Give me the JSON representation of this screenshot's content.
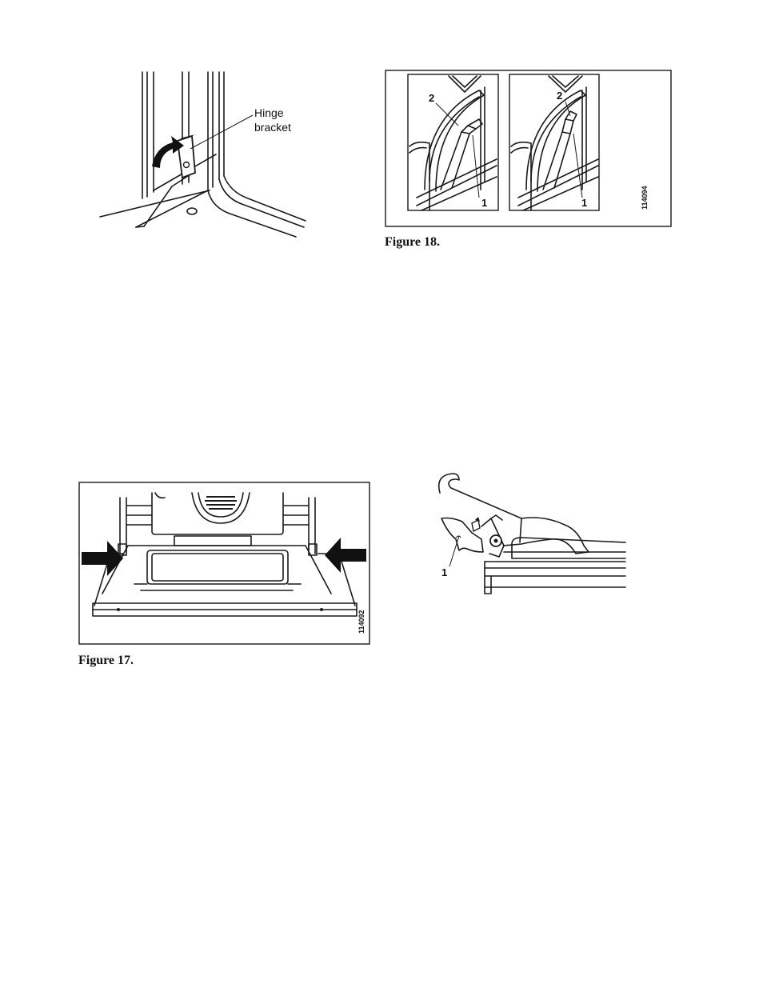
{
  "figure_hinge": {
    "label_line1": "Hinge",
    "label_line2": "bracket"
  },
  "figure18": {
    "caption": "Figure 18.",
    "code": "114094",
    "left_panel": {
      "label_2": "2",
      "label_1": "1"
    },
    "right_panel": {
      "label_2": "2",
      "label_1": "1"
    }
  },
  "figure17": {
    "caption": "Figure 17.",
    "code": "114092"
  },
  "figure_hinge_detail": {
    "label_1": "1"
  }
}
